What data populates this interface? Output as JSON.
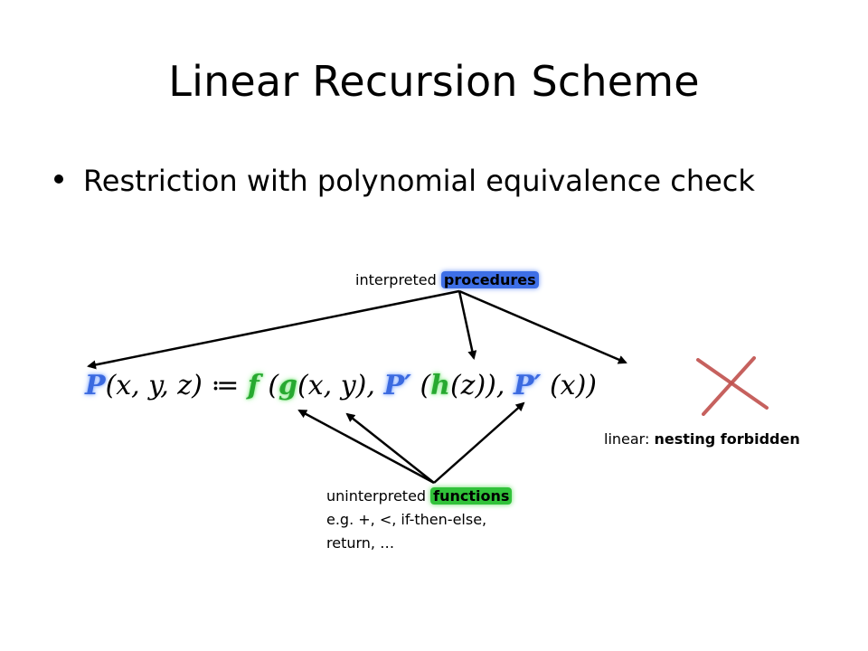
{
  "slide": {
    "title": "Linear Recursion Scheme",
    "bullet": "Restriction with polynomial equivalence check"
  },
  "labels": {
    "procedures_prefix": "interpreted",
    "procedures_highlight": "procedures",
    "linear_prefix": "linear:",
    "linear_bold": "nesting forbidden",
    "functions_prefix": "uninterpreted",
    "functions_highlight": "functions",
    "functions_line2": "e.g. +, <, if-then-else,",
    "functions_line3": "return, …"
  },
  "equation": {
    "P": "P",
    "args": "(x, y, z) ≔ ",
    "f": "f",
    "open1": " (",
    "g": "g",
    "gargs": "(x, y), ",
    "P1": "P′",
    "open2": " (",
    "h": "h",
    "hargs": "(z)), ",
    "P2": "P′",
    "xargs": " (x))"
  },
  "colors": {
    "procedure_highlight": "#3e6fe6",
    "function_highlight": "#31c23a",
    "cross": "#c0504d",
    "arrow": "#000000"
  }
}
